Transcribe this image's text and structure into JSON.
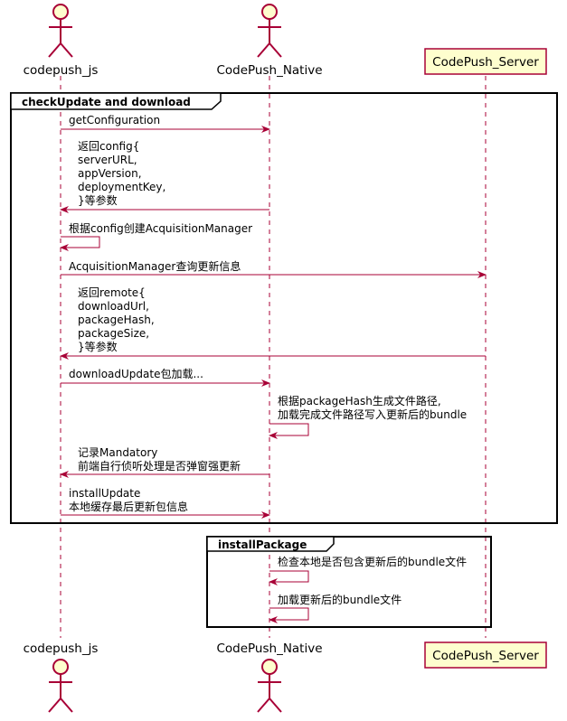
{
  "participants": {
    "js": "codepush_js",
    "native": "CodePush_Native",
    "server": "CodePush_Server"
  },
  "groups": {
    "check": "checkUpdate and download",
    "install": "installPackage"
  },
  "messages": {
    "m1": [
      "getConfiguration"
    ],
    "m2": [
      "返回config{",
      "serverURL,",
      "appVersion,",
      "deploymentKey,",
      "}等参数"
    ],
    "m3": [
      "根据config创建AcquisitionManager"
    ],
    "m4": [
      "AcquisitionManager查询更新信息"
    ],
    "m5": [
      "返回remote{",
      "downloadUrl,",
      "packageHash,",
      "packageSize,",
      "}等参数"
    ],
    "m6": [
      "downloadUpdate包加载..."
    ],
    "m7": [
      "根据packageHash生成文件路径,",
      "加载完成文件路径写入更新后的bundle"
    ],
    "m8": [
      "记录Mandatory",
      "前端自行侦听处理是否弹窗强更新"
    ],
    "m9": [
      "installUpdate",
      "本地缓存最后更新包信息"
    ],
    "m10": [
      "检查本地是否包含更新后的bundle文件"
    ],
    "m11": [
      "加载更新后的bundle文件"
    ]
  },
  "colors": {
    "line": "#A80036",
    "box_fill": "#FEFECE"
  }
}
